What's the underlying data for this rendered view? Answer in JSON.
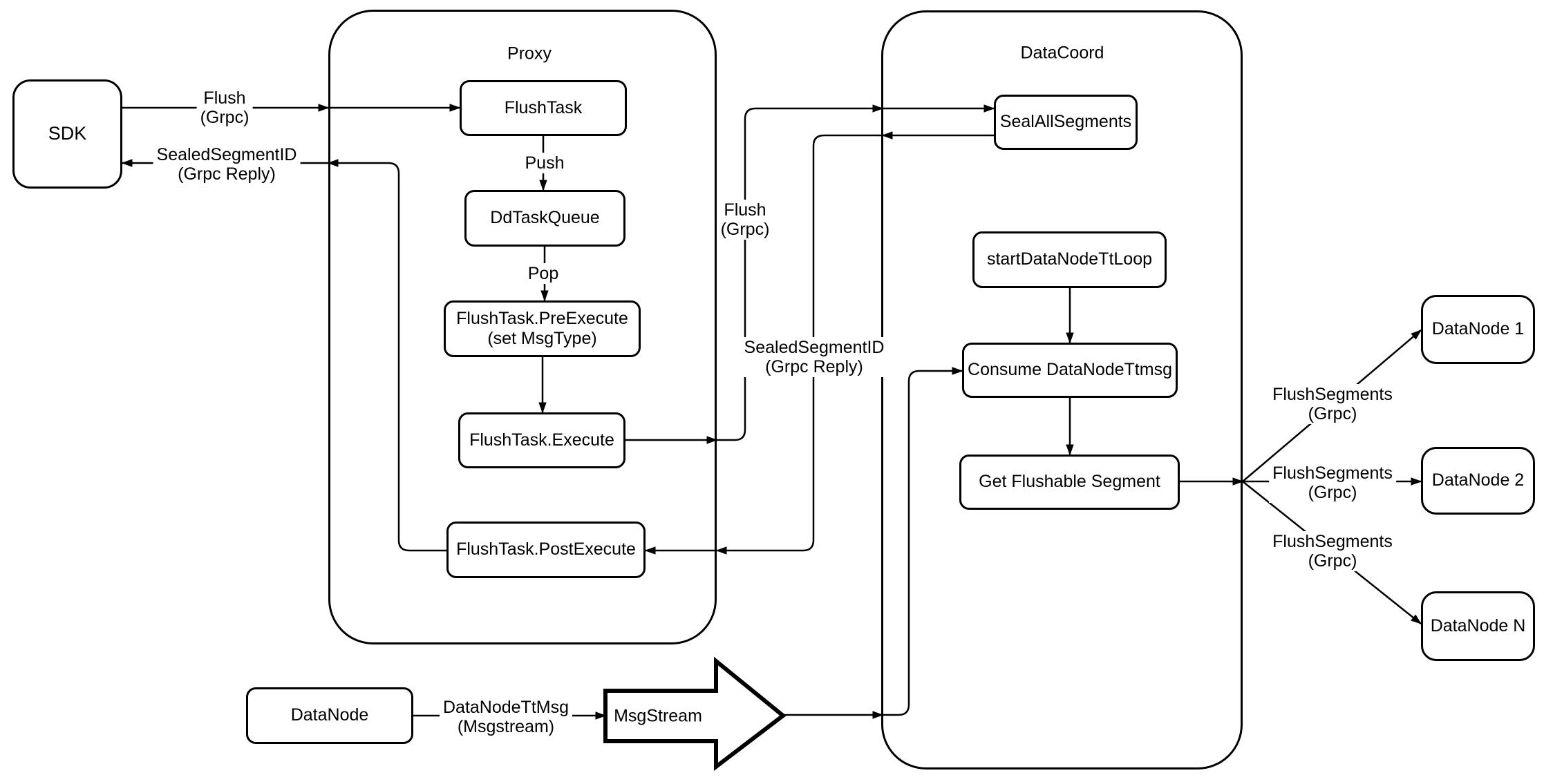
{
  "colors": {
    "stroke": "#000000",
    "node_fill": "#ffffff",
    "background": "#ffffff"
  },
  "containers": {
    "proxy": {
      "title": "Proxy"
    },
    "datacoord": {
      "title": "DataCoord"
    }
  },
  "nodes": {
    "sdk": {
      "label": "SDK"
    },
    "flush_task": {
      "label": "FlushTask"
    },
    "dd_task_queue": {
      "label": "DdTaskQueue"
    },
    "pre_execute": {
      "line1": "FlushTask.PreExecute",
      "line2": "(set MsgType)"
    },
    "execute": {
      "label": "FlushTask.Execute"
    },
    "post_execute": {
      "label": "FlushTask.PostExecute"
    },
    "seal_all_segments": {
      "label": "SealAllSegments"
    },
    "start_datanode_tt_loop": {
      "label": "startDataNodeTtLoop"
    },
    "consume_datanode_ttmsg": {
      "label": "Consume DataNodeTtmsg"
    },
    "get_flushable_segment": {
      "label": "Get Flushable Segment"
    },
    "datanode_1": {
      "label": "DataNode 1"
    },
    "datanode_2": {
      "label": "DataNode 2"
    },
    "datanode_n": {
      "label": "DataNode N"
    },
    "datanode": {
      "label": "DataNode"
    },
    "msgstream": {
      "label": "MsgStream"
    }
  },
  "edge_labels": {
    "flush_sdk": {
      "line1": "Flush",
      "line2": "(Grpc)"
    },
    "reply_sdk": {
      "line1": "SealedSegmentID",
      "line2": "(Grpc Reply)"
    },
    "push": {
      "line1": "Push"
    },
    "pop": {
      "line1": "Pop"
    },
    "flush_mid": {
      "line1": "Flush",
      "line2": "(Grpc)"
    },
    "reply_mid": {
      "line1": "SealedSegmentID",
      "line2": "(Grpc Reply)"
    },
    "datanode_ttmsg": {
      "line1": "DataNodeTtMsg",
      "line2": "(Msgstream)"
    },
    "flush_segments_1": {
      "line1": "FlushSegments",
      "line2": "(Grpc)"
    },
    "flush_segments_2": {
      "line1": "FlushSegments",
      "line2": "(Grpc)"
    },
    "flush_segments_3": {
      "line1": "FlushSegments",
      "line2": "(Grpc)"
    }
  }
}
